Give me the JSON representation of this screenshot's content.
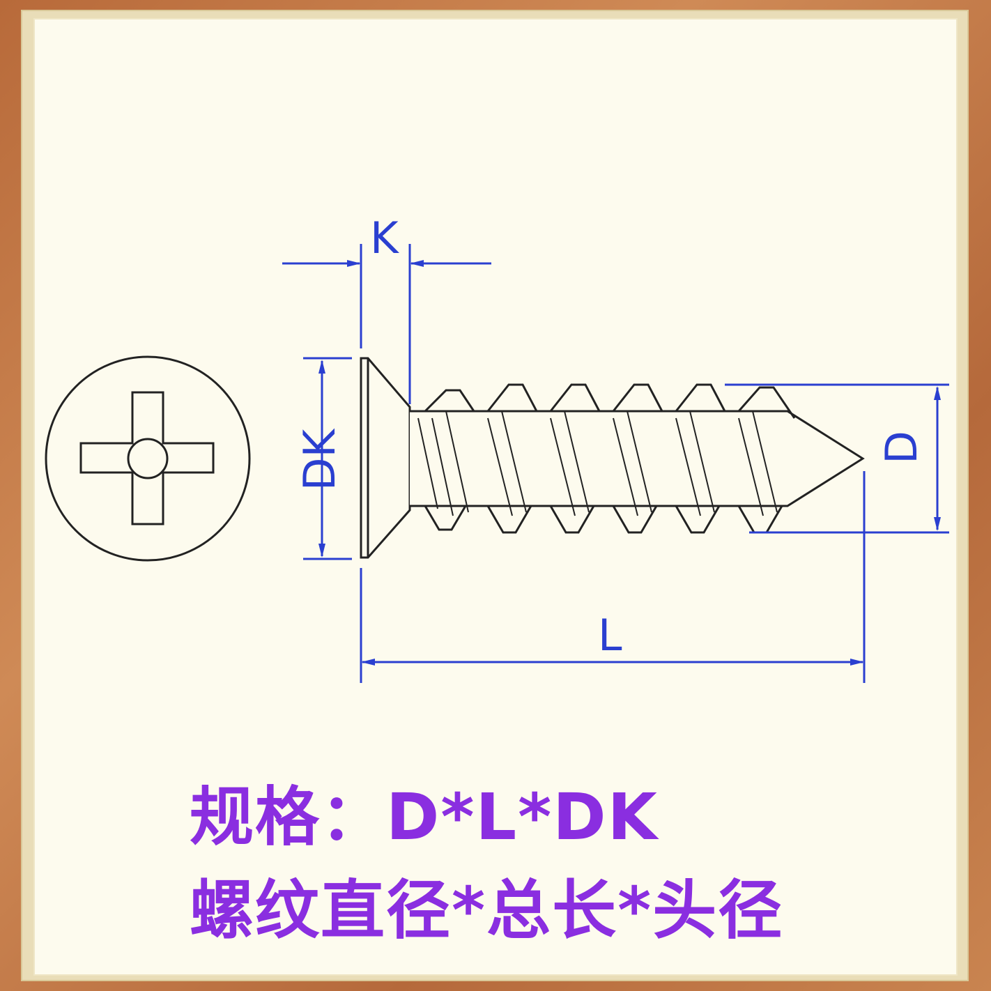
{
  "colors": {
    "frame": "#c07a4a",
    "panel": "#fdfbee",
    "dimension": "#2a3fd0",
    "outline": "#222222",
    "spec_text": "#8a2ee0"
  },
  "dimensions": {
    "k_label": "K",
    "dk_label": "DK",
    "d_label": "D",
    "l_label": "L"
  },
  "spec": {
    "line1": "规格：D*L*DK",
    "line2": "螺纹直径*总长*头径"
  }
}
